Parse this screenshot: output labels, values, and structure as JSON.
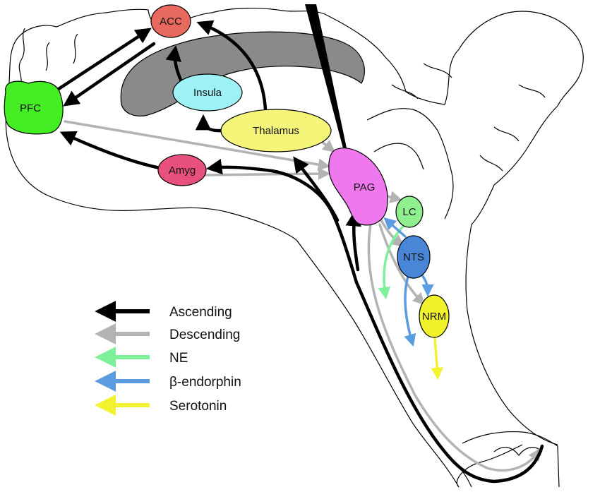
{
  "nodes": {
    "acc": "ACC",
    "pfc": "PFC",
    "insula": "Insula",
    "thalamus": "Thalamus",
    "amyg": "Amyg",
    "pag": "PAG",
    "lc": "LC",
    "nts": "NTS",
    "nrm": "NRM"
  },
  "legend": {
    "ascending": "Ascending",
    "descending": "Descending",
    "ne": "NE",
    "beta_endorphin": "β-endorphin",
    "serotonin": "Serotonin"
  },
  "colors": {
    "ascending": "#000000",
    "descending": "#b3b3b3",
    "ne": "#7ef09a",
    "beta_endorphin": "#5b9be0",
    "serotonin": "#f2f230",
    "acc_fill": "#e8695e",
    "pfc_fill": "#44ee22",
    "insula_fill": "#9ef2f5",
    "thalamus_fill": "#f5f57a",
    "amyg_fill": "#e8507e",
    "pag_fill": "#ef78ef",
    "lc_fill": "#8ef08e",
    "nts_fill": "#4a86d8",
    "nrm_fill": "#f2f22a",
    "corpus_callosum": "#8a8a8a"
  }
}
